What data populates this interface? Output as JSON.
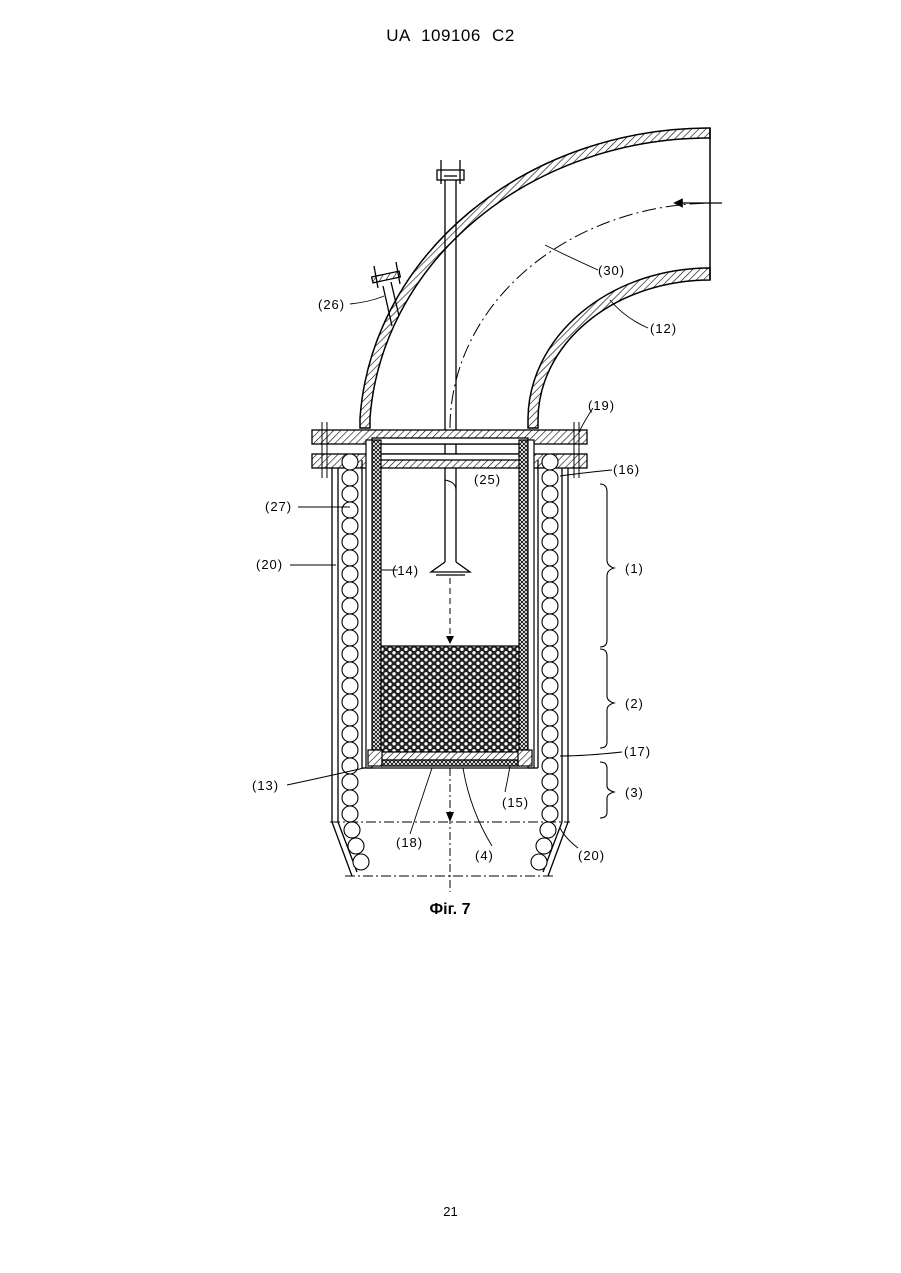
{
  "header": {
    "doc_id": "UA   109106   C2"
  },
  "figure": {
    "caption": "Фіг. 7",
    "labels": {
      "l30": "(30)",
      "l12": "(12)",
      "l26": "(26)",
      "l19": "(19)",
      "l25": "(25)",
      "l16": "(16)",
      "l27": "(27)",
      "l20a": "(20)",
      "l14": "(14)",
      "l1": "(1)",
      "l2": "(2)",
      "l17": "(17)",
      "l13": "(13)",
      "l15": "(15)",
      "l3": "(3)",
      "l18": "(18)",
      "l4": "(4)",
      "l20b": "(20)"
    }
  },
  "footer": {
    "page_number": "21"
  }
}
